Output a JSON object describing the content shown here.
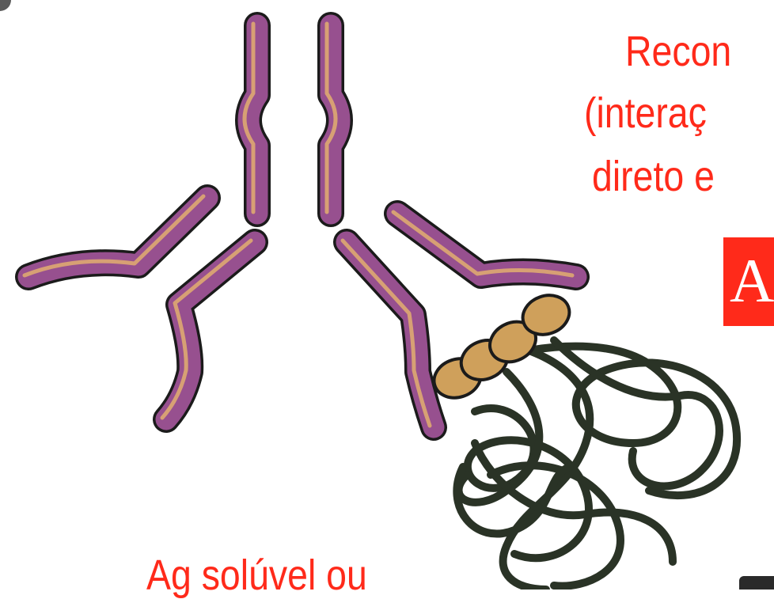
{
  "texts": {
    "recon_line1": "Recon",
    "recon_line2": "(interaç",
    "recon_line3": "direto e",
    "ag_label": "Ag solúvel ou",
    "badge_letter": "A"
  },
  "colors": {
    "text_red": "#ff2a1a",
    "badge_bg": "#ff2a1a",
    "chain_purple": "#97508f",
    "chain_highlight": "#d7a074",
    "outline": "#1b1b1b",
    "antigen_coil": "#2a3326",
    "epitope_tan": "#cfa05b"
  }
}
